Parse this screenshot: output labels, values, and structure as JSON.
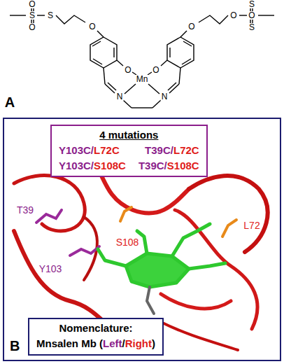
{
  "diagram": {
    "nodes": [
      {
        "text": [
          "B"
        ]
      },
      {
        "text": [
          "4 mutations",
          "Y103C/",
          "L72C",
          "T39C/",
          "L72C",
          "Y103C/",
          "S108C",
          "T39C/",
          "S108C"
        ],
        "in": 0
      },
      {
        "text": [
          "Nomenclature:",
          "Mnsalen Mb (",
          "Left",
          "/",
          "Right",
          ")"
        ],
        "in": 0
      }
    ],
    "labels": [
      "A",
      "O",
      "S",
      "O",
      "S",
      "O",
      "O",
      "N",
      "Mn",
      "O",
      "S",
      "O",
      "S",
      "O",
      "O",
      "N",
      "T39",
      "Y103",
      "S108",
      "L72"
    ]
  }
}
